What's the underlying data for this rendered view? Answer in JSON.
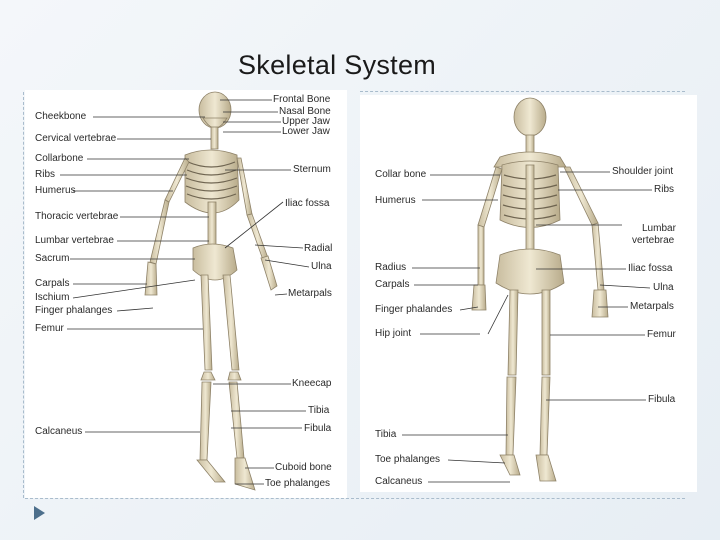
{
  "slide": {
    "title": "Skeletal System"
  },
  "colors": {
    "bone": "#e8e0c8",
    "bone_shadow": "#b8ab8a",
    "leader_line": "#333333",
    "bullet": "#4d6f8c",
    "dashed": "#a9bccc"
  },
  "front_view": {
    "left_labels": [
      "Cheekbone",
      "Cervical vertebrae",
      "Collarbone",
      "Ribs",
      "Humerus",
      "Thoracic vertebrae",
      "Lumbar vertebrae",
      "Sacrum",
      "Carpals",
      "Ischium",
      "Finger phalanges",
      "Femur",
      "Calcaneus"
    ],
    "right_labels": [
      "Frontal Bone",
      "Nasal Bone",
      "Upper Jaw",
      "Lower Jaw",
      "Sternum",
      "Iliac fossa",
      "Radial",
      "Ulna",
      "Metarpals",
      "Kneecap",
      "Tibia",
      "Fibula",
      "Cuboid bone",
      "Toe phalanges"
    ]
  },
  "back_view": {
    "left_labels": [
      "Collar bone",
      "Humerus",
      "Radius",
      "Carpals",
      "Finger phalandes",
      "Hip joint",
      "Tibia",
      "Toe phalanges",
      "Calcaneus"
    ],
    "right_labels": [
      "Shoulder joint",
      "Ribs",
      "Lumbar",
      "vertebrae",
      "Iliac fossa",
      "Ulna",
      "Metarpals",
      "Femur",
      "Fibula"
    ]
  }
}
